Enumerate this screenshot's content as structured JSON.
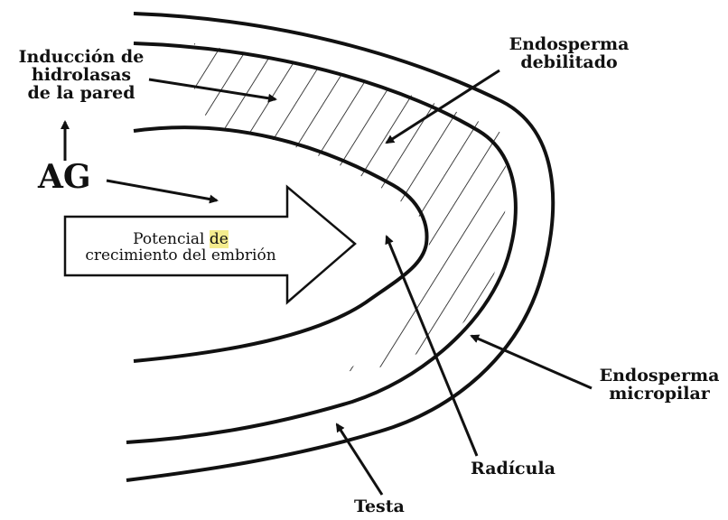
{
  "labels": {
    "induccion": [
      "Inducción de",
      "hidrolasas",
      "de la pared"
    ],
    "ag": "AG",
    "endosperma_debilitado": [
      "Endosperma",
      "debilitado"
    ],
    "potencial_line1_a": "Potencial",
    "potencial_line1_b": "de",
    "potencial_line2": "crecimiento del embrión",
    "endosperma_micropilar": [
      "Endosperma",
      "micropilar"
    ],
    "radicula": "Radícula",
    "testa": "Testa"
  },
  "colors": {
    "ink": "#111111",
    "highlight": "#f4ec8e",
    "background": "#ffffff"
  }
}
